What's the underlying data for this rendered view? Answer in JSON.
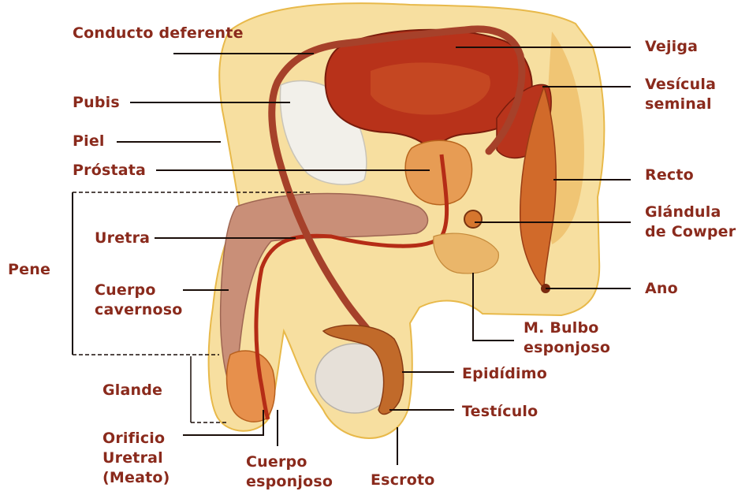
{
  "colors": {
    "label_text": "#8a2a1c",
    "leader_line": "#1a0d08",
    "skin_body": "#f7dfa0",
    "skin_outline": "#e8b94a",
    "bladder": "#b8321a",
    "tissue_dark": "#8a2d12",
    "corpus_cavernosum": "#c98f78",
    "testis": "#e6e0d8",
    "pubis_bone": "#f2f0ea"
  },
  "labels": {
    "conducto": "Conducto deferente",
    "vejiga": "Vejiga",
    "pubis": "Pubis",
    "vesicula": "Vesícula seminal",
    "piel": "Piel",
    "prostata": "Próstata",
    "recto": "Recto",
    "glandula": "Glándula de Cowper",
    "pene": "Pene",
    "uretra": "Uretra",
    "cuerpo_cavernoso": "Cuerpo cavernoso",
    "ano": "Ano",
    "bulbo": "M. Bulbo esponjoso",
    "epididimo": "Epidídimo",
    "glande": "Glande",
    "testiculo": "Testículo",
    "orificio": "Orificio Uretral (Meato)",
    "cuerpo_esponjoso": "Cuerpo esponjoso",
    "escroto": "Escroto"
  }
}
